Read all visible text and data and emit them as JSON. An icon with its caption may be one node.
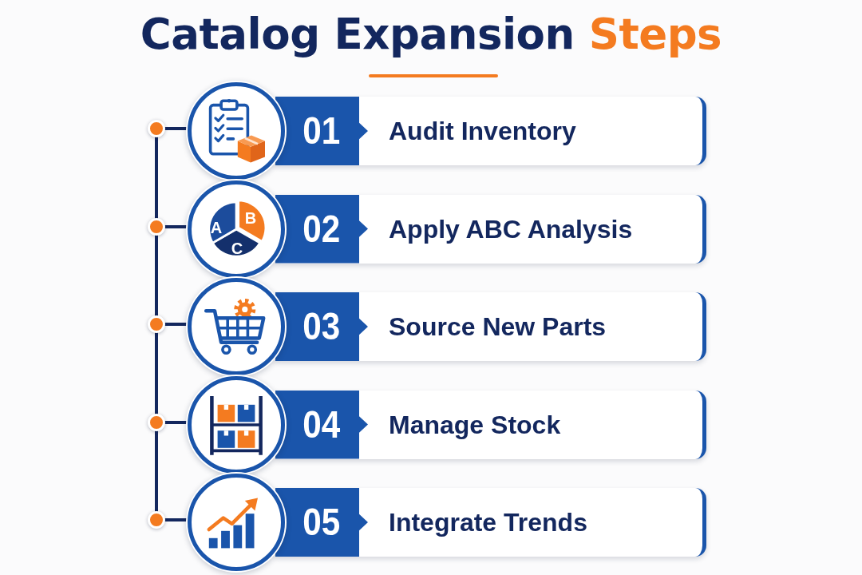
{
  "diagram": {
    "title": "Catalog Expansion Steps",
    "nodes": [
      {
        "text": [
          "01",
          "Audit Inventory"
        ]
      },
      {
        "text": [
          "02",
          "Apply ABC Analysis"
        ]
      },
      {
        "text": [
          "03",
          "Source New Parts"
        ]
      },
      {
        "text": [
          "04",
          "Manage Stock"
        ]
      },
      {
        "text": [
          "05",
          "Integrate Trends"
        ]
      }
    ],
    "labels": [
      "A",
      "B",
      "C"
    ]
  }
}
